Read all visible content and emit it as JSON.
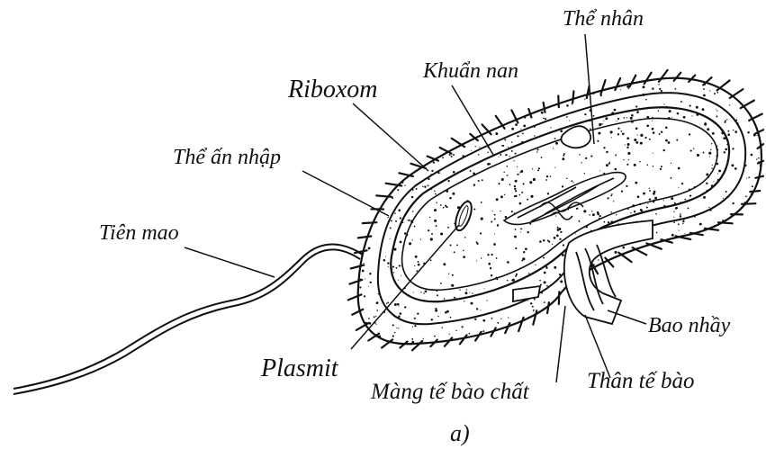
{
  "diagram": {
    "labels": {
      "the_nhan": "Thể nhân",
      "khuan_nan": "Khuẩn nan",
      "riboxom": "Riboxom",
      "the_an_nhap": "Thể ấn nhập",
      "tien_mao": "Tiên mao",
      "plasmit": "Plasmit",
      "mang_te_bao_chat": "Màng tế bào chất",
      "than_te_bao": "Thân tế bào",
      "bao_nhay": "Bao nhầy"
    },
    "caption": "a)",
    "colors": {
      "ink": "#111111",
      "paper": "#ffffff"
    }
  }
}
